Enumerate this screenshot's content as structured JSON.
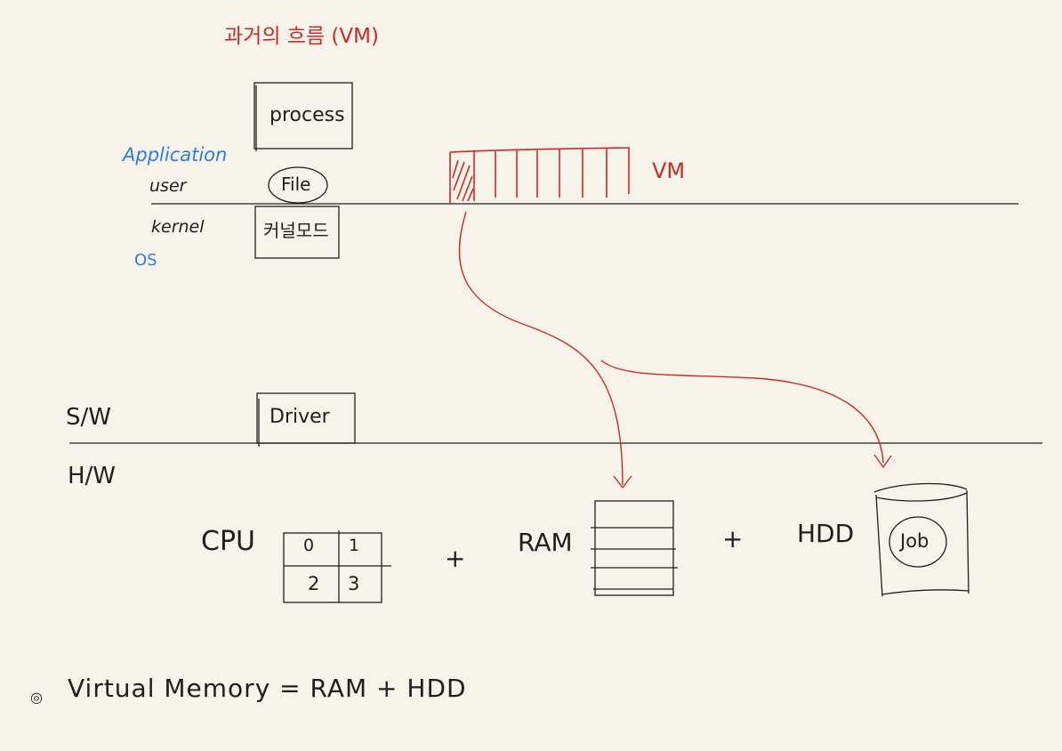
{
  "title": "과거의 흐름 (VM)",
  "top_layers": {
    "application": "Application",
    "user": "user",
    "kernel": "kernel",
    "os": "OS"
  },
  "boxes": {
    "process": "process",
    "file": "File",
    "kernel_box": "커널모드",
    "driver": "Driver"
  },
  "vm_label": "VM",
  "layers": {
    "software": "S/W",
    "hardware": "H/W"
  },
  "hardware": {
    "cpu_label": "CPU",
    "cpu_cells": [
      "0",
      "1",
      "2",
      "3"
    ],
    "plus": "+",
    "ram_label": "RAM",
    "hdd_label": "HDD",
    "job_label": "Job"
  },
  "footnote": {
    "bullet": "◎",
    "text": "Virtual Memory = RAM + HDD"
  },
  "colors": {
    "ink": "#1e1e1e",
    "red": "#cc2a26",
    "blue": "#2f7be0",
    "paper": "#f6f4ea"
  }
}
